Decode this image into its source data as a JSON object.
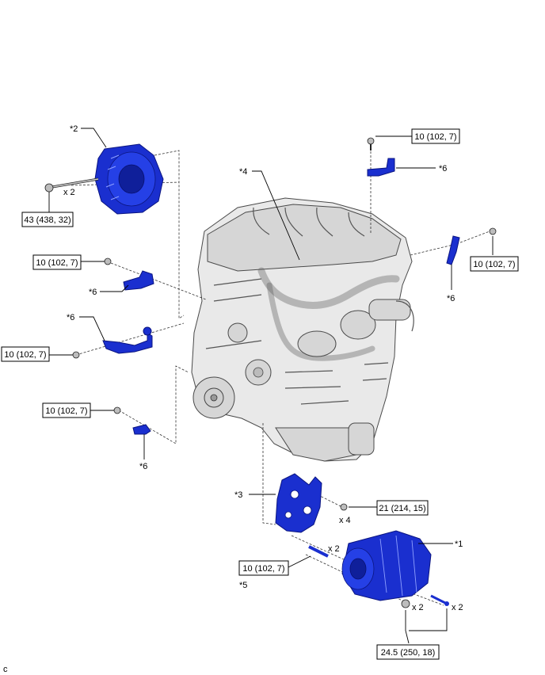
{
  "callouts": {
    "c1": "*1",
    "c2": "*2",
    "c3": "*3",
    "c4": "*4",
    "c5": "*5",
    "c6a": "*6",
    "c6b": "*6",
    "c6c": "*6",
    "c6d": "*6",
    "c6e": "*6"
  },
  "torque": {
    "alternator": "43 (438, 32)",
    "top_right": "10 (102, 7)",
    "right_side": "10 (102, 7)",
    "left_upper": "10 (102, 7)",
    "left_middle": "10 (102, 7)",
    "left_lower": "10 (102, 7)",
    "compressor_bracket": "21 (214, 15)",
    "bracket_stud": "10 (102, 7)",
    "compressor_bottom": "24.5 (250, 18)"
  },
  "quantities": {
    "alternator_bolts": "x 2",
    "bracket_bolts": "x 4",
    "studs": "x 2",
    "nuts": "x 2",
    "compressor_bolts": "x 2"
  },
  "corner_mark": "c",
  "colors": {
    "part_highlight": "#1a2fcf",
    "engine": "#e9e9e9"
  }
}
